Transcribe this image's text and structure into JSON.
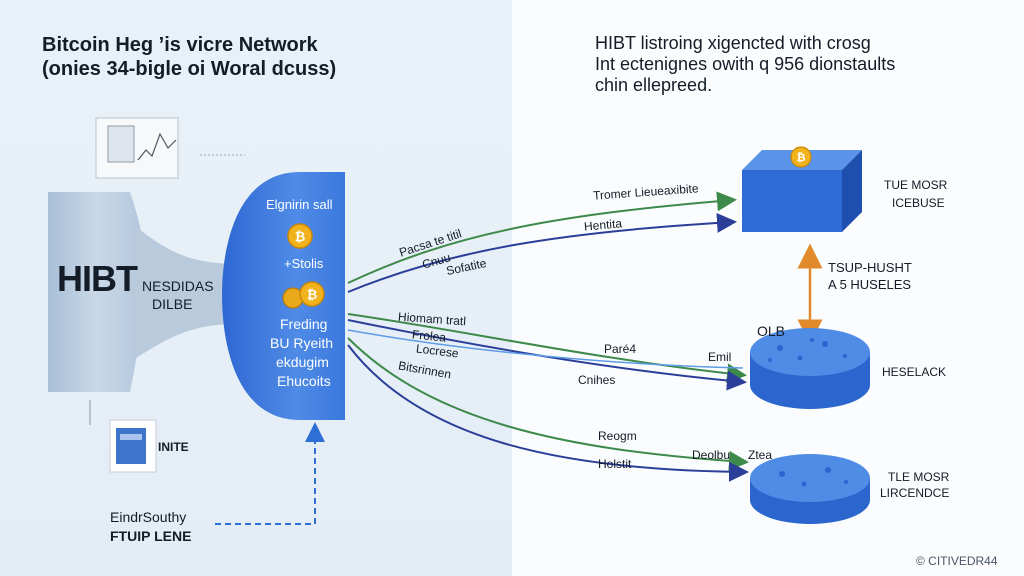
{
  "left_title": {
    "line1": "Bitcoin Heg ’is vicre Network",
    "line2": "(onies 34-bigle oi Woral dcuss)"
  },
  "right_title": {
    "line1": "HIBT listroing xigencted with crosg",
    "line2": "Int ectenignes owith q 956 dionstaults",
    "line3": "chin ellepreed."
  },
  "funnel": {
    "big_label": "HIBT",
    "mid_line1": "NESDIDAS",
    "mid_line2": "DILBE"
  },
  "node": {
    "top": "Elgnirin sall",
    "sub": "+Stolis",
    "lines": [
      "Freding",
      "BU Ryeith",
      "ekdugim",
      "Ehucoits"
    ]
  },
  "bottom_left": {
    "line1": "EindrSouthy",
    "line2": "FTUIP LENE"
  },
  "small_doc": {
    "title": "INITE"
  },
  "arrow_labels": {
    "tromer": "Tromer Lieueaxibite",
    "hentita": "Hentita",
    "pacsa": "Pacsa te titil",
    "cnuu": "Cnuu",
    "sofatite": "Sofatite",
    "himam": "Hiomam tratl",
    "frolea": "Frolea",
    "locrese": "Locrese",
    "bitsrinnen": "Bitsrinnen",
    "parca": "Paré4",
    "emil": "Emil",
    "cnihes": "Cnihes",
    "reogm": "Reogm",
    "deolbu": "Deolbu",
    "ztea": "Ztea",
    "holstit": "Holstit"
  },
  "cube_label": {
    "line1": "TUE MOSR",
    "line2": "ICEBUSE"
  },
  "vertical_label": {
    "line1": "TSUP-HUSHT",
    "line2": "A 5 HUSELES"
  },
  "disk1": {
    "top_label": "OLB",
    "side_label": "HESELACK"
  },
  "disk2": {
    "line1": "TLE MOSR",
    "line2": "LIRCENDCE"
  },
  "footer": "© CITIVEDR44",
  "colors": {
    "accent_blue": "#2e6fd6",
    "arrow_green": "#3e8a4a",
    "arrow_navy": "#2b3f99",
    "vertical_arrow": "#e08a2c",
    "coin": "#f2b21c"
  }
}
